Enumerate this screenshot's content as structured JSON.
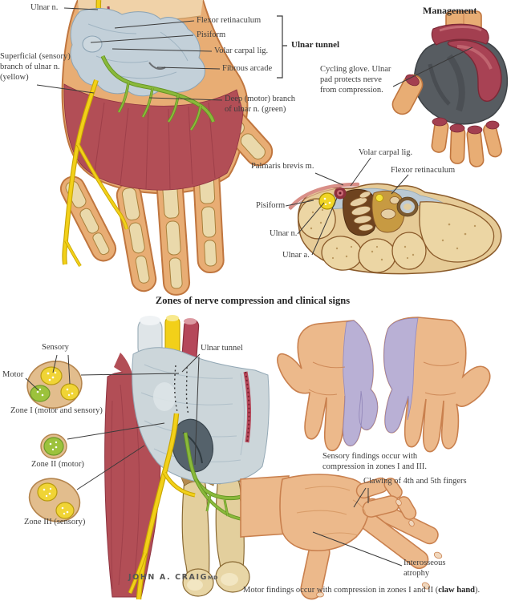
{
  "sections": {
    "anatomy": {
      "ulnar_n": "Ulnar n.",
      "flexor_retinaculum": "Flexor retinaculum",
      "pisiform": "Pisiform",
      "volar_carpal_lig": "Volar carpal lig.",
      "fibrous_arcade": "Fibrous arcade",
      "ulnar_tunnel": "Ulnar tunnel",
      "superficial_branch": "Superficial (sensory)\nbranch of ulnar n.\n(yellow)",
      "deep_branch": "Deep (motor) branch\nof ulnar n. (green)"
    },
    "management": {
      "title": "Management",
      "glove_note": "Cycling glove. Ulnar\npad protects nerve\nfrom compression."
    },
    "cross_section": {
      "volar_carpal_lig": "Volar carpal lig.",
      "palmaris_brevis": "Palmaris brevis m.",
      "flexor_retinaculum": "Flexor retinaculum",
      "pisiform": "Pisiform",
      "ulnar_n": "Ulnar n.",
      "ulnar_a": "Ulnar a."
    },
    "zones": {
      "heading": "Zones of nerve compression and clinical signs",
      "sensory": "Sensory",
      "motor": "Motor",
      "zone1": "Zone I (motor and sensory)",
      "zone2": "Zone II (motor)",
      "zone3": "Zone III (sensory)",
      "ulnar_tunnel": "Ulnar tunnel"
    },
    "clinical": {
      "sensory_findings": "Sensory findings occur with\ncompression in zones I and III.",
      "clawing": "Clawing of 4th and 5th fingers",
      "interosseous": "Interosseous\natrophy",
      "motor_findings_prefix": "Motor findings occur with compression in zones I and II (",
      "motor_findings_bold": "claw hand",
      "motor_findings_suffix": ")."
    },
    "signature": {
      "name": "JOHN A. CRAIG",
      "suffix": "MD"
    }
  },
  "colors": {
    "nerve_yellow": "#f2d019",
    "nerve_green": "#8ab93b",
    "muscle_red": "#b24e56",
    "ligament_gray": "#c3d0d9",
    "bone_tan": "#ead9ab",
    "skin": "#e8ad74",
    "sensory_purple": "#b7b0d9",
    "glove_gray": "#575c61",
    "glove_pad_red": "#a84254"
  }
}
